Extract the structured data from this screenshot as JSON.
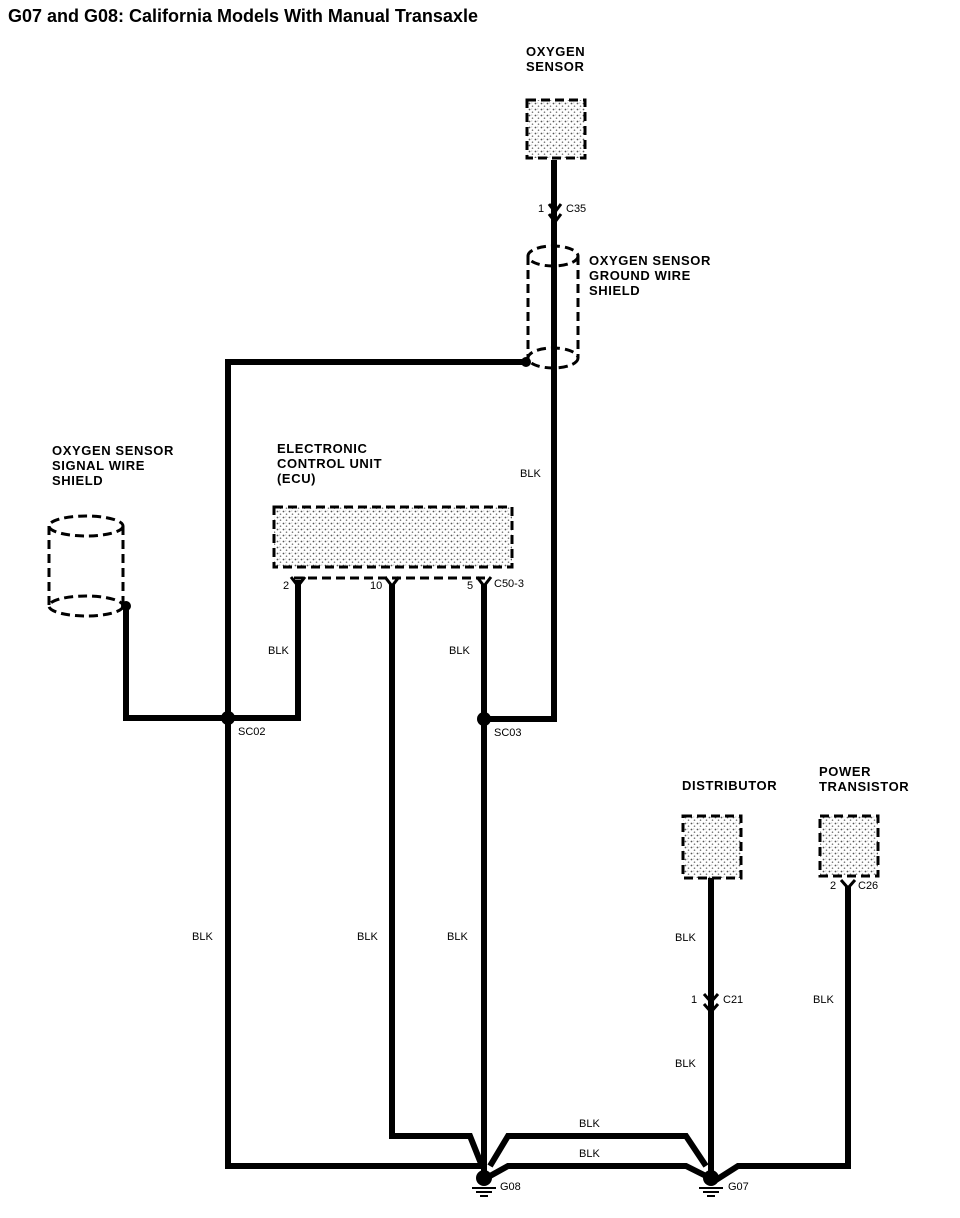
{
  "title": "G07 and G08: California Models With Manual Transaxle",
  "components": {
    "oxygen_sensor": [
      "OXYGEN",
      "SENSOR"
    ],
    "ground_wire_shield": [
      "OXYGEN SENSOR",
      "GROUND WIRE",
      "SHIELD"
    ],
    "signal_wire_shield": [
      "OXYGEN SENSOR",
      "SIGNAL WIRE",
      "SHIELD"
    ],
    "ecu": [
      "ELECTRONIC",
      "CONTROL UNIT",
      "(ECU)"
    ],
    "distributor": [
      "DISTRIBUTOR"
    ],
    "power_transistor": [
      "POWER",
      "TRANSISTOR"
    ]
  },
  "connectors": {
    "c35": {
      "pin": "1",
      "name": "C35"
    },
    "c50": {
      "pin_a": "2",
      "pin_b": "10",
      "pin_c": "5",
      "name": "C50-3"
    },
    "c21": {
      "pin": "1",
      "name": "C21"
    },
    "c26": {
      "pin": "2",
      "name": "C26"
    }
  },
  "splices": {
    "sc02": "SC02",
    "sc03": "SC03"
  },
  "grounds": {
    "g08": "G08",
    "g07": "G07"
  },
  "wire_color": "BLK"
}
